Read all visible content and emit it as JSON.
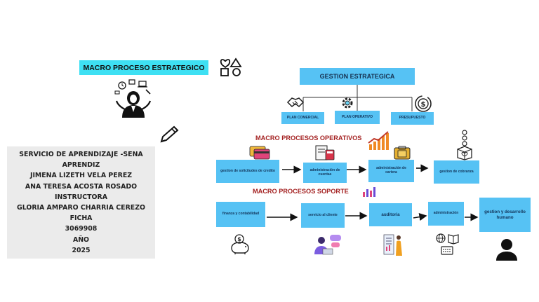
{
  "title_tag": "MACRO PROCESO ESTRATEGICO",
  "info_card": {
    "lines": [
      "SERVICIO DE APRENDIZAJE -SENA",
      "APRENDIZ",
      "JIMENA LIZETH VELA PEREZ",
      "ANA TERESA ACOSTA ROSADO",
      "INSTRUCTORA",
      "GLORIA AMPARO CHARRIA CEREZO",
      "FICHA",
      "3069908",
      "AÑO",
      "2025"
    ]
  },
  "strategic": {
    "main": "GESTION ESTRATEGICA",
    "children": [
      "PLAN COMERCIAL",
      "PLAN OPERATIVO",
      "PRESUPUESTO"
    ]
  },
  "operational": {
    "label": "MACRO PROCESOS OPERATIVOS",
    "steps": [
      "gestion de solicitudes de credito",
      "administración de cuentas",
      "administración de cartera",
      "gestion de cobranza"
    ]
  },
  "support": {
    "label": "MACRO PROCESOS SOPORTE",
    "steps": [
      "finanza y contabilidad",
      "servicio al cliente",
      "auditoria",
      "administración",
      "gestion y desarrollo humano"
    ]
  },
  "colors": {
    "box_fill": "#56c2f4",
    "tag_fill": "#3ee0f3",
    "section_label": "#a42222",
    "card_fill": "#ebebeb"
  },
  "icons": [
    "shapes-icon",
    "businesswoman-icon",
    "pencil-icon",
    "handshake-icon",
    "gear-icon",
    "money-cycle-icon",
    "credit-cards-icon",
    "calculator-icon",
    "growth-chart-icon",
    "wallet-icon",
    "coins-box-icon",
    "analytics-icon",
    "piggy-bank-icon",
    "customer-service-icon",
    "audit-report-icon",
    "globe-book-icon",
    "user-icon"
  ]
}
